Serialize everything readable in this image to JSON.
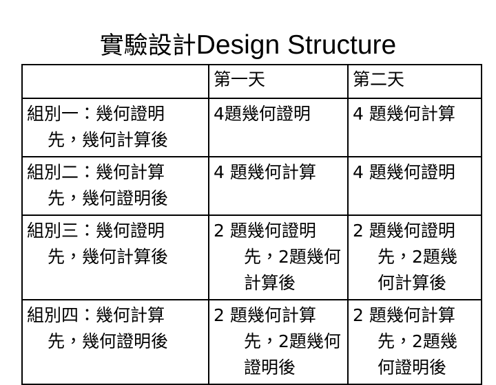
{
  "slide": {
    "title_cjk": "實驗設計",
    "title_latin": "Design Structure",
    "background_color": "#ffffff",
    "text_color": "#000000",
    "border_color": "#000000"
  },
  "table": {
    "headers": {
      "corner": "",
      "day1": "第一天",
      "day2": "第二天"
    },
    "rows": [
      {
        "group": {
          "line1": "組別一：幾何證明",
          "line2": "先，幾何計算後"
        },
        "day1": {
          "line1": "4題幾何證明"
        },
        "day2": {
          "line1": "4 題幾何計算"
        }
      },
      {
        "group": {
          "line1": "組別二：幾何計算",
          "line2": "先，幾何證明後"
        },
        "day1": {
          "line1": "4 題幾何計算"
        },
        "day2": {
          "line1": "4 題幾何證明"
        }
      },
      {
        "group": {
          "line1": "組別三：幾何證明",
          "line2": "先，幾何計算後"
        },
        "day1": {
          "line1": "2 題幾何證明",
          "line2": "先，2題幾何",
          "line3": "計算後"
        },
        "day2": {
          "line1": "2 題幾何證明",
          "line2": "先，2題幾",
          "line3": "何計算後"
        }
      },
      {
        "group": {
          "line1": "組別四：幾何計算",
          "line2": "先，幾何證明後"
        },
        "day1": {
          "line1": "2 題幾何計算",
          "line2": "先，2題幾何",
          "line3": "證明後"
        },
        "day2": {
          "line1": "2 題幾何計算",
          "line2": "先，2題幾",
          "line3": "何證明後"
        }
      }
    ]
  }
}
